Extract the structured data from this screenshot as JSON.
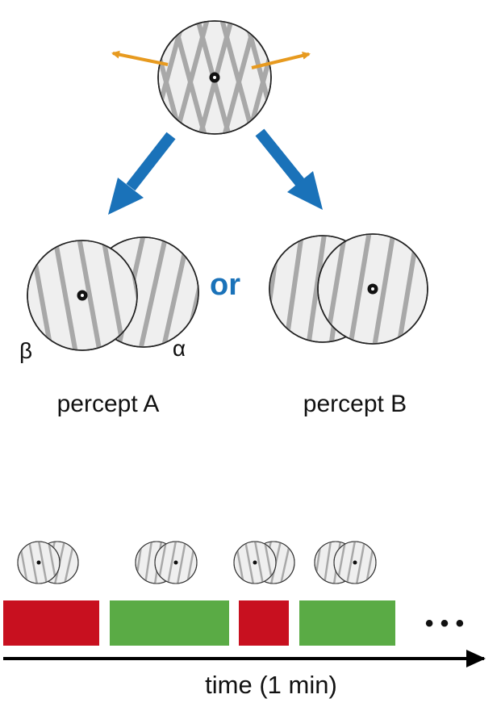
{
  "top_stimulus": {
    "label": ""
  },
  "branch_word": "or",
  "percept_a": {
    "label": "percept A",
    "front_symbol": "β",
    "back_symbol": "α"
  },
  "percept_b": {
    "label": "percept B"
  },
  "timeline": {
    "axis_label": "time (1 min)",
    "continuation": "• • •",
    "segments": [
      {
        "percept": "A",
        "color": "#c8101f"
      },
      {
        "percept": "B",
        "color": "#5aab45"
      },
      {
        "percept": "A",
        "color": "#c8101f"
      },
      {
        "percept": "B",
        "color": "#5aab45"
      }
    ]
  },
  "colors": {
    "arrow_blue": "#1a72b9",
    "motion_orange": "#e79a1f",
    "disc_fill": "#efefef",
    "stripe_gray": "#a8a8a8",
    "percept_a": "#c8101f",
    "percept_b": "#5aab45"
  }
}
